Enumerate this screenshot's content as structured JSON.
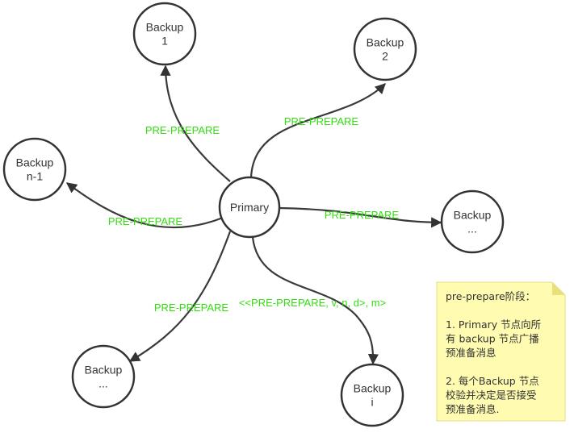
{
  "colors": {
    "label": "#33dd11",
    "primary_text": "#0000ee",
    "highlight_text": "#ee0000",
    "node_stroke": "#333333",
    "edge": "#3a3a3a",
    "note_fill": "#fffbb0",
    "note_fold": "#e8e07a"
  },
  "nodes": {
    "primary": [
      "Primary"
    ],
    "backup_1": [
      "Backup",
      "1"
    ],
    "backup_2": [
      "Backup",
      "2"
    ],
    "backup_n1": [
      "Backup",
      "n-1"
    ],
    "backup_dots_right": [
      "Backup",
      "..."
    ],
    "backup_dots_bottom": [
      "Backup",
      "..."
    ],
    "backup_i": [
      "Backup",
      "i"
    ]
  },
  "edges": {
    "to_backup_1": "PRE-PREPARE",
    "to_backup_2": "PRE-PREPARE",
    "to_backup_n1": "PRE-PREPARE",
    "to_backup_dots_right": "PRE-PREPARE",
    "to_backup_dots_bottom": "PRE-PREPARE",
    "to_backup_i": "<<PRE-PREPARE, v, n, d>, m>"
  },
  "note": {
    "lines": [
      "pre-prepare阶段：",
      "",
      "1. Primary 节点向所",
      "有 backup 节点广播",
      "预准备消息",
      "",
      "2. 每个Backup 节点",
      "校验并决定是否接受",
      "预准备消息."
    ]
  }
}
